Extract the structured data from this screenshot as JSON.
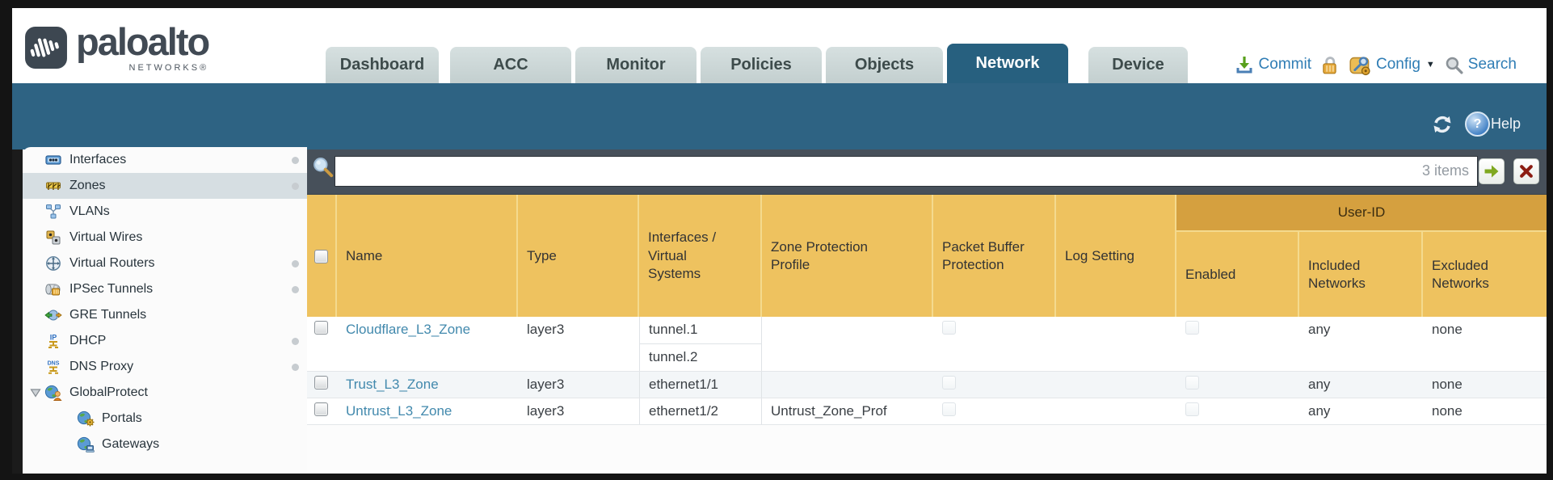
{
  "brand": {
    "name": "paloalto",
    "sub": "NETWORKS®"
  },
  "header": {
    "tabs": [
      {
        "label": "Dashboard",
        "active": false
      },
      {
        "label": "ACC",
        "active": false
      },
      {
        "label": "Monitor",
        "active": false
      },
      {
        "label": "Policies",
        "active": false
      },
      {
        "label": "Objects",
        "active": false
      },
      {
        "label": "Network",
        "active": true
      },
      {
        "label": "Device",
        "active": false
      }
    ],
    "utilities": {
      "commit": "Commit",
      "config": "Config",
      "search": "Search"
    }
  },
  "tealbar": {
    "help": "Help"
  },
  "sidebar": {
    "items": [
      {
        "label": "Interfaces",
        "icon": "interfaces-icon",
        "dot": true,
        "selected": false,
        "child": false,
        "expander": false
      },
      {
        "label": "Zones",
        "icon": "zones-icon",
        "dot": true,
        "selected": true,
        "child": false,
        "expander": false
      },
      {
        "label": "VLANs",
        "icon": "vlans-icon",
        "dot": false,
        "selected": false,
        "child": false,
        "expander": false
      },
      {
        "label": "Virtual Wires",
        "icon": "virtual-wires-icon",
        "dot": false,
        "selected": false,
        "child": false,
        "expander": false
      },
      {
        "label": "Virtual Routers",
        "icon": "virtual-routers-icon",
        "dot": true,
        "selected": false,
        "child": false,
        "expander": false
      },
      {
        "label": "IPSec Tunnels",
        "icon": "ipsec-tunnels-icon",
        "dot": true,
        "selected": false,
        "child": false,
        "expander": false
      },
      {
        "label": "GRE Tunnels",
        "icon": "gre-tunnels-icon",
        "dot": false,
        "selected": false,
        "child": false,
        "expander": false
      },
      {
        "label": "DHCP",
        "icon": "dhcp-icon",
        "dot": true,
        "selected": false,
        "child": false,
        "expander": false
      },
      {
        "label": "DNS Proxy",
        "icon": "dns-proxy-icon",
        "dot": true,
        "selected": false,
        "child": false,
        "expander": false
      },
      {
        "label": "GlobalProtect",
        "icon": "globalprotect-icon",
        "dot": false,
        "selected": false,
        "child": false,
        "expander": true
      },
      {
        "label": "Portals",
        "icon": "portals-icon",
        "dot": false,
        "selected": false,
        "child": true,
        "expander": false
      },
      {
        "label": "Gateways",
        "icon": "gateways-icon",
        "dot": false,
        "selected": false,
        "child": true,
        "expander": false
      }
    ]
  },
  "toolbar": {
    "search_placeholder": "",
    "items_count": "3 items"
  },
  "table": {
    "group_header": "User-ID",
    "columns": [
      "Name",
      "Type",
      "Interfaces / Virtual Systems",
      "Zone Protection Profile",
      "Packet Buffer Protection",
      "Log Setting",
      "Enabled",
      "Included Networks",
      "Excluded Networks"
    ],
    "rows": [
      {
        "name": "Cloudflare_L3_Zone",
        "type": "layer3",
        "interfaces": [
          "tunnel.1",
          "tunnel.2"
        ],
        "zone_protection_profile": "",
        "packet_buffer_protection_checked": false,
        "log_setting": "",
        "user_id_enabled_checked": false,
        "included_networks": "any",
        "excluded_networks": "none"
      },
      {
        "name": "Trust_L3_Zone",
        "type": "layer3",
        "interfaces": [
          "ethernet1/1"
        ],
        "zone_protection_profile": "",
        "packet_buffer_protection_checked": false,
        "log_setting": "",
        "user_id_enabled_checked": false,
        "included_networks": "any",
        "excluded_networks": "none"
      },
      {
        "name": "Untrust_L3_Zone",
        "type": "layer3",
        "interfaces": [
          "ethernet1/2"
        ],
        "zone_protection_profile": "Untrust_Zone_Prof",
        "packet_buffer_protection_checked": false,
        "log_setting": "",
        "user_id_enabled_checked": false,
        "included_networks": "any",
        "excluded_networks": "none"
      }
    ]
  },
  "colors": {
    "teal_band": "#2e6383",
    "active_tab": "#27607f",
    "slate_toolbar": "#47505a",
    "table_header": "#eec25f",
    "table_group_header": "#d5a03f",
    "link_blue": "#4289ad",
    "utility_blue": "#2f7db5",
    "selected_sidebar": "#d6dee2",
    "alt_row": "#f3f6f8"
  }
}
